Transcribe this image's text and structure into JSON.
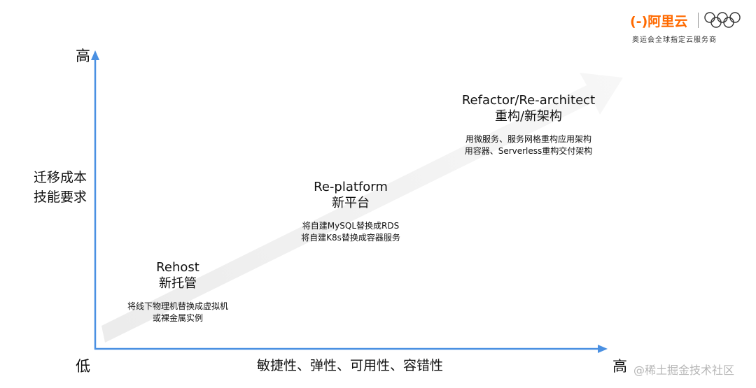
{
  "logo": {
    "brand_text": "(-)阿里云",
    "tagline": "奥运会全球指定云服务商",
    "rings_icon": "olympic-rings-icon",
    "brand_color": "#ff6a00"
  },
  "axes": {
    "y_top_label": "高",
    "y_title": [
      "迁移成本",
      "技能要求"
    ],
    "origin_label": "低",
    "x_title": "敏捷性、弹性、可用性、容错性",
    "x_end_label": "高",
    "axis_color": "#4a90e2"
  },
  "stages": [
    {
      "title_en": "Rehost",
      "title_zh": "新托管",
      "desc": [
        "将线下物理机替换成虚拟机",
        "或裸金属实例"
      ]
    },
    {
      "title_en": "Re-platform",
      "title_zh": "新平台",
      "desc": [
        "将自建MySQL替换成RDS",
        "将自建K8s替换成容器服务"
      ]
    },
    {
      "title_en": "Refactor/Re-architect",
      "title_zh": "重构/新架构",
      "desc": [
        "用微服务、服务网格重构应用架构",
        "用容器、Serverless重构交付架构"
      ]
    }
  ],
  "watermark": "@稀土掘金技术社区"
}
